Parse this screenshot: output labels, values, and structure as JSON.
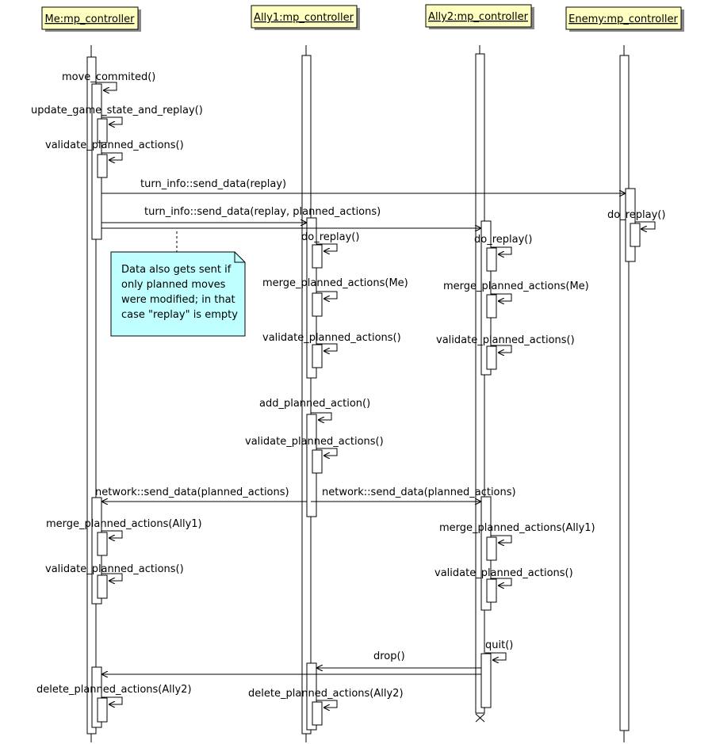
{
  "participants": [
    {
      "id": "me",
      "label": "Me:mp_controller"
    },
    {
      "id": "ally1",
      "label": "Ally1:mp_controller"
    },
    {
      "id": "ally2",
      "label": "Ally2:mp_controller"
    },
    {
      "id": "enemy",
      "label": "Enemy:mp_controller"
    }
  ],
  "messages": {
    "me_move_commited": "move_commited()",
    "me_update_game_state": "update_game_state_and_replay()",
    "me_validate_1": "validate_planned_actions()",
    "turn_info_replay": "turn_info::send_data(replay)",
    "turn_info_replay_planned": "turn_info::send_data(replay, planned_actions)",
    "enemy_do_replay": "do_replay()",
    "ally1_do_replay": "do_replay()",
    "ally2_do_replay": "do_replay()",
    "ally1_merge_me": "merge_planned_actions(Me)",
    "ally2_merge_me": "merge_planned_actions(Me)",
    "ally1_validate_1": "validate_planned_actions()",
    "ally2_validate_1": "validate_planned_actions()",
    "ally1_add_planned": "add_planned_action()",
    "ally1_validate_2": "validate_planned_actions()",
    "network_to_me": "network::send_data(planned_actions)",
    "network_to_ally2": "network::send_data(planned_actions)",
    "me_merge_ally1": "merge_planned_actions(Ally1)",
    "ally2_merge_ally1": "merge_planned_actions(Ally1)",
    "me_validate_2": "validate_planned_actions()",
    "ally2_validate_2": "validate_planned_actions()",
    "ally2_quit": "quit()",
    "drop": "drop()",
    "me_delete_ally2": "delete_planned_actions(Ally2)",
    "ally1_delete_ally2": "delete_planned_actions(Ally2)"
  },
  "note": {
    "lines": [
      "Data also gets sent if",
      "only planned moves",
      "were modified; in that",
      "case \"replay\" is empty"
    ]
  },
  "colors": {
    "participant_fill": "#FFFFC0",
    "note_fill": "#C0FFFF",
    "line": "#000000"
  }
}
